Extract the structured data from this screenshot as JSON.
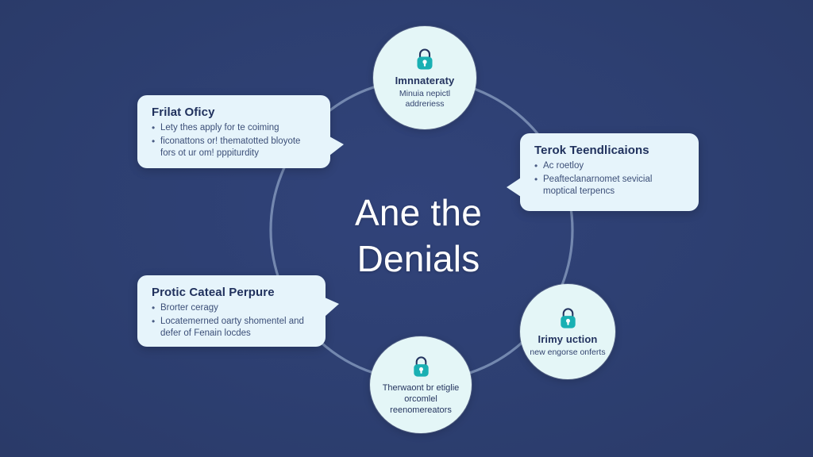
{
  "background_color": "#2d3f71",
  "accent_color": "#19b0b3",
  "card_color": "#e6f4fb",
  "node_color": "#e4f6f7",
  "ring_color": "#8fa3c6",
  "center": {
    "line1": "Ane the",
    "line2": "Denials"
  },
  "nodes": [
    {
      "id": "node-top",
      "icon": "lock-icon",
      "title": "Imnnateraty",
      "subtitle": "Minuia nepictl addreriess"
    },
    {
      "id": "node-right",
      "icon": "lock-icon",
      "title": "Irimy uction",
      "subtitle": "new engorse onferts"
    },
    {
      "id": "node-bottom",
      "icon": "lock-icon",
      "title": "",
      "subtitle": "Therwaont br etiglie orcomlel reenomereators"
    }
  ],
  "cards": [
    {
      "id": "card-top-left",
      "title": "Frilat Oficy",
      "bullets": [
        "Lety thes apply for te coiming",
        "ficonattons or! thematotted bloyote fors ot ur om! pppiturdity"
      ]
    },
    {
      "id": "card-right",
      "title": "Terok Teendlicaions",
      "bullets": [
        "Ac roetloy",
        "Peafteclanarnomet sevicial moptical terpencs"
      ]
    },
    {
      "id": "card-bottom-left",
      "title": "Protic Cateal Perpure",
      "bullets": [
        "Brorter ceragy",
        "Locatemerned oarty shomentel and defer of Fenain locdes"
      ]
    }
  ]
}
